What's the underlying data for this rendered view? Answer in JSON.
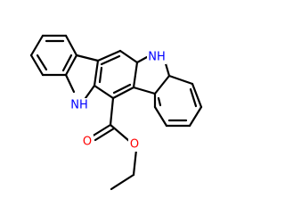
{
  "molecule": {
    "atoms": {
      "nh_upper": "NH",
      "nh_lower": "NH",
      "o_carbonyl": "O",
      "o_ester": "O"
    },
    "colors": {
      "nitrogen": "#0000ff",
      "oxygen": "#ff0000",
      "bond": "#000000"
    }
  }
}
